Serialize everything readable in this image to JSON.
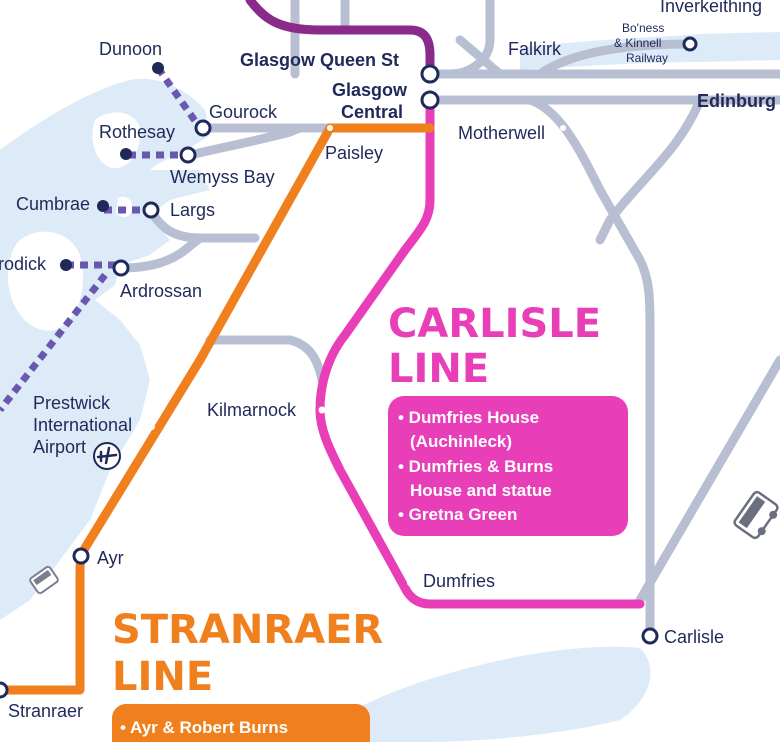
{
  "colors": {
    "water": "#dcebf7",
    "rail_grey": "#b8bfd2",
    "carlisle_line": "#e83fb8",
    "stranraer_line": "#f07f1e",
    "purple_line": "#8a2a8a",
    "ferry": "#6a57b0",
    "label": "#1f2a5a"
  },
  "stations": {
    "glasgow_queen_st": "Glasgow Queen St",
    "glasgow_central_1": "Glasgow",
    "glasgow_central_2": "Central",
    "falkirk": "Falkirk",
    "boness_1": "Bo'ness",
    "boness_2": "& Kinnell",
    "boness_3": "Railway",
    "inverkeithing": "Inverkeithing",
    "edinburgh": "Edinburg",
    "motherwell": "Motherwell",
    "paisley": "Paisley",
    "gourock": "Gourock",
    "wemyss_bay": "Wemyss Bay",
    "largs": "Largs",
    "ardrossan": "Ardrossan",
    "kilmarnock": "Kilmarnock",
    "prestwick_1": "Prestwick",
    "prestwick_2": "International",
    "prestwick_3": "Airport",
    "ayr": "Ayr",
    "stranraer": "Stranraer",
    "dumfries": "Dumfries",
    "carlisle": "Carlisle"
  },
  "ferry_ports": {
    "dunoon": "Dunoon",
    "rothesay": "Rothesay",
    "cumbrae": "Cumbrae",
    "brodick": "rodick"
  },
  "lines": {
    "carlisle": {
      "title_1": "CARLISLE",
      "title_2": "LINE",
      "highlights": [
        "• Dumfries House",
        "(Auchinleck)",
        "• Dumfries & Burns",
        "House and statue",
        "• Gretna Green"
      ]
    },
    "stranraer": {
      "title_1": "STRANRAER",
      "title_2": "LINE",
      "highlights": [
        "• Ayr & Robert Burns"
      ]
    }
  },
  "icons": {
    "airport": "airplane-icon",
    "bus": "bus-icon"
  }
}
